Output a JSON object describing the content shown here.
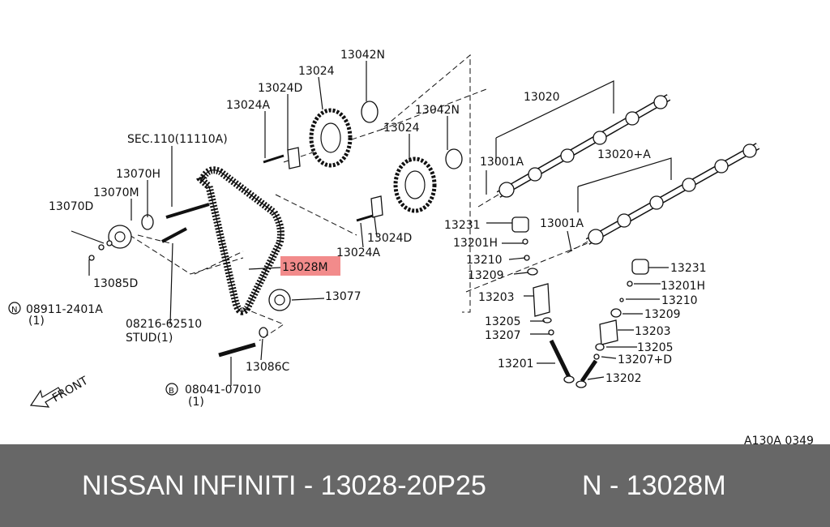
{
  "diagram": {
    "labels": [
      "13042N",
      "13024",
      "13024D",
      "13024A",
      "SEC.110(11110A)",
      "13070H",
      "13070M",
      "13070D",
      "13085D",
      "08911-2401A",
      "(1)",
      "08216-62510",
      "STUD(1)",
      "13028M",
      "13077",
      "13086C",
      "08041-07010",
      "(1)",
      "FRONT",
      "13042N",
      "13024",
      "13024D",
      "13024A",
      "13020",
      "13001A",
      "13020+A",
      "13001A",
      "13231",
      "13201H",
      "13210",
      "13209",
      "13203",
      "13205",
      "13207",
      "13201",
      "13231",
      "13201H",
      "13210",
      "13209",
      "13203",
      "13205",
      "13207+D",
      "13202",
      "A130A 0349"
    ],
    "circled_n": "N",
    "circled_b": "B",
    "highlight_color": "#f28b8b"
  },
  "footer": {
    "part_title": "NISSAN INFINITI - 13028-20P25",
    "part_ref": "N - 13028M"
  }
}
